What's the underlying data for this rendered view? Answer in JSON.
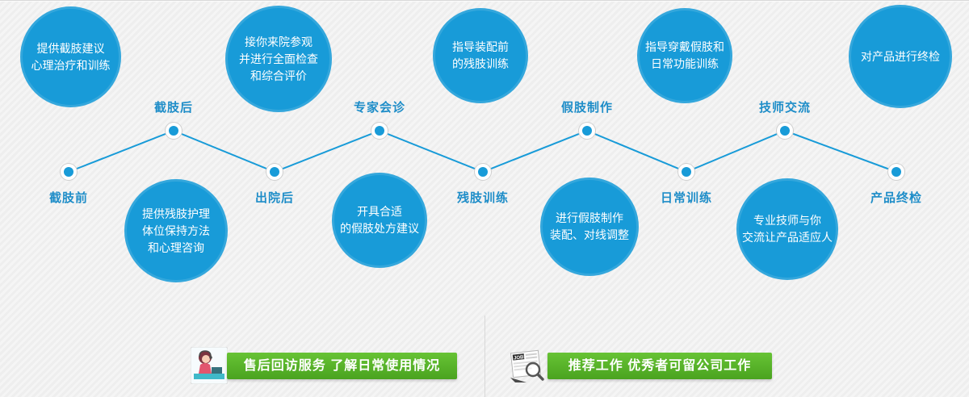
{
  "timeline": {
    "accent_color": "#189bd8",
    "stages": [
      {
        "node_label": "截肢前",
        "lines": [
          "提供截肢建议",
          "心理治疗和训练"
        ]
      },
      {
        "node_label": "截肢后",
        "lines": [
          "提供残肢护理",
          "体位保持方法",
          "和心理咨询"
        ]
      },
      {
        "node_label": "出院后",
        "lines": [
          "接你来院参观",
          "并进行全面检查",
          "和综合评价"
        ]
      },
      {
        "node_label": "专家会诊",
        "lines": [
          "开具合适",
          "的假肢处方建议"
        ]
      },
      {
        "node_label": "残肢训练",
        "lines": [
          "指导装配前",
          "的残肢训练"
        ]
      },
      {
        "node_label": "假肢制作",
        "lines": [
          "进行假肢制作",
          "装配、对线调整"
        ]
      },
      {
        "node_label": "日常训练",
        "lines": [
          "指导穿戴假肢和",
          "日常功能训练"
        ]
      },
      {
        "node_label": "技师交流",
        "lines": [
          "专业技师与你",
          "交流让产品适应人"
        ]
      },
      {
        "node_label": "产品终检",
        "lines": [
          "对产品进行终检"
        ]
      }
    ]
  },
  "footer": {
    "aftersale": {
      "text": "售后回访服务 了解日常使用情况"
    },
    "jobs": {
      "text": "推荐工作 优秀者可留公司工作",
      "icon_text": "JOBS"
    }
  },
  "colors": {
    "bubble_blue": "#189bd8",
    "label_blue": "#1e8dc8",
    "banner_green_top": "#67c335",
    "banner_green_bottom": "#4aa31f"
  }
}
